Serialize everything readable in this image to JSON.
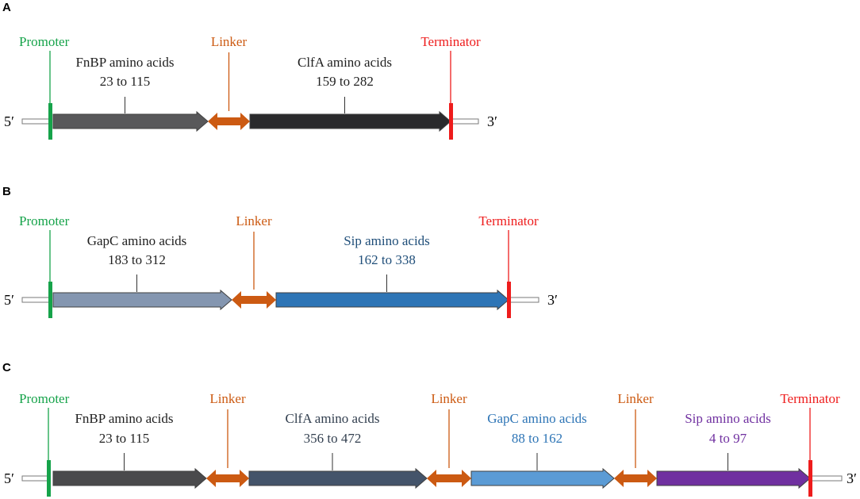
{
  "colors": {
    "promoter": "#16a34a",
    "terminator": "#ee1c1c",
    "linker": "#cc5a12",
    "text_dark": "#1f1f1f"
  },
  "panels": [
    {
      "letter": "A",
      "promoter": "Promoter",
      "terminator": "Terminator",
      "five_prime": "5′",
      "three_prime": "3′",
      "linkers": [
        "Linker"
      ],
      "segments": [
        {
          "name": "FnBP amino acids",
          "range": "23 to 115",
          "color": "#58585a",
          "text_color": "#1f1f1f"
        },
        {
          "name": "ClfA amino acids",
          "range": "159 to 282",
          "color": "#2a2a2c",
          "text_color": "#1f1f1f"
        }
      ]
    },
    {
      "letter": "B",
      "promoter": "Promoter",
      "terminator": "Terminator",
      "five_prime": "5′",
      "three_prime": "3′",
      "linkers": [
        "Linker"
      ],
      "segments": [
        {
          "name": "GapC amino acids",
          "range": "183 to 312",
          "color": "#8496b0",
          "text_color": "#1f1f1f"
        },
        {
          "name": "Sip amino acids",
          "range": "162 to 338",
          "color": "#2e75b6",
          "text_color": "#1f4e79"
        }
      ]
    },
    {
      "letter": "C",
      "promoter": "Promoter",
      "terminator": "Terminator",
      "five_prime": "5′",
      "three_prime": "3′",
      "linkers": [
        "Linker",
        "Linker",
        "Linker"
      ],
      "segments": [
        {
          "name": "FnBP amino acids",
          "range": "23 to 115",
          "color": "#4a4a4c",
          "text_color": "#1f1f1f"
        },
        {
          "name": "ClfA amino acids",
          "range": "356 to 472",
          "color": "#44546a",
          "text_color": "#323f4f"
        },
        {
          "name": "GapC amino acids",
          "range": "88 to 162",
          "color": "#5b9bd5",
          "text_color": "#2e75b6"
        },
        {
          "name": "Sip amino acids",
          "range": "4 to 97",
          "color": "#7030a0",
          "text_color": "#7030a0"
        }
      ]
    }
  ]
}
